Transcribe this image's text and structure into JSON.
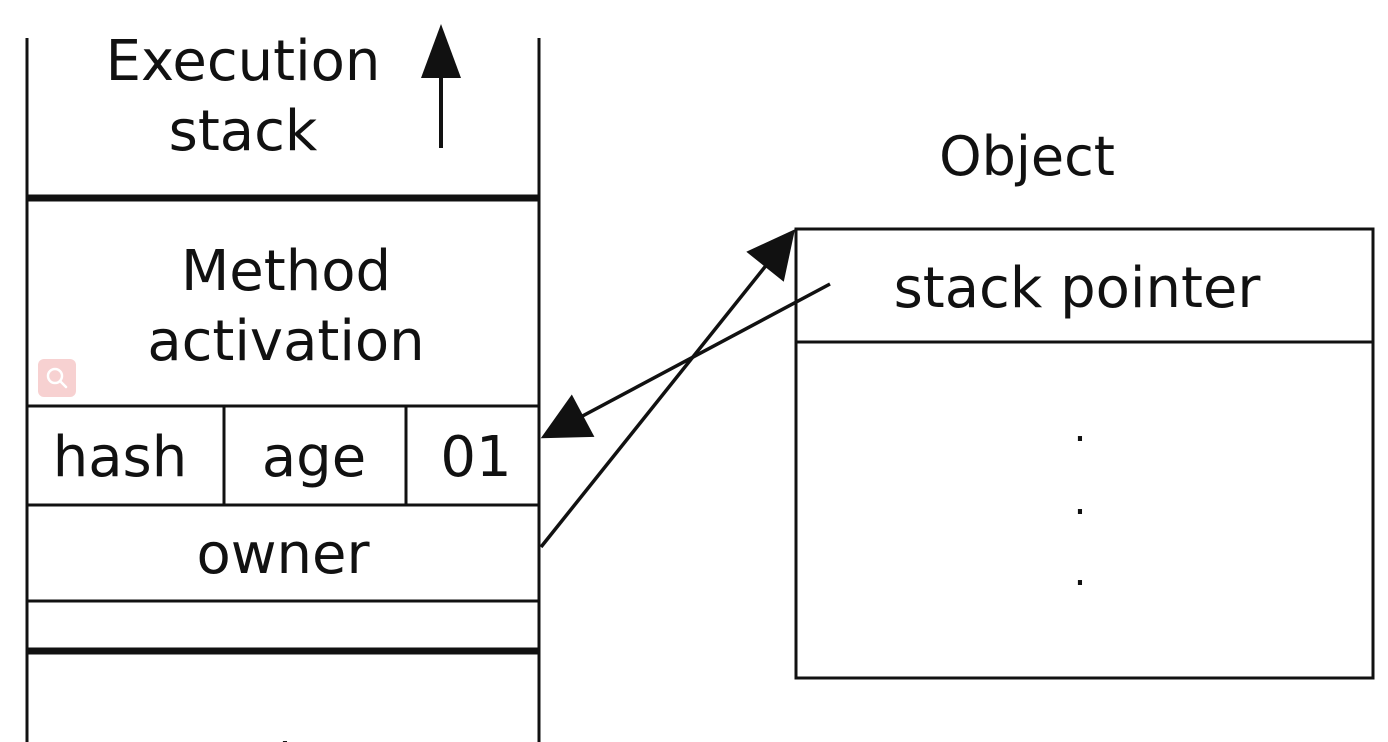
{
  "diagram": {
    "stack": {
      "header_line1": "Execution",
      "header_line2": "stack",
      "method_line1": "Method",
      "method_line2": "activation",
      "cells": {
        "hash": "hash",
        "age": "age",
        "flag": "01"
      },
      "owner": "owner",
      "continuation": "."
    },
    "object": {
      "title": "Object",
      "stack_pointer": "stack pointer",
      "ellipsis": [
        ".",
        ".",
        "."
      ]
    }
  },
  "colors": {
    "line": "#111111",
    "background": "#ffffff",
    "search_badge": "#f6c9c9"
  },
  "icons": {
    "search_badge": "search-icon",
    "growth_arrow": "arrow-up-icon"
  }
}
